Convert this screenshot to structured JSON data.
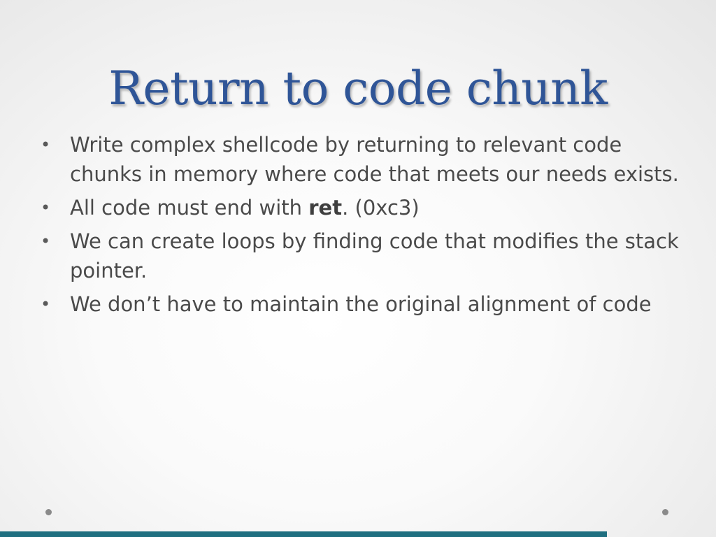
{
  "slide": {
    "title": "Return to code chunk",
    "bullets": [
      {
        "text": "Write complex shellcode by returning to  relevant code chunks in memory where code that meets our needs exists."
      },
      {
        "before": "All code must end with ",
        "bold": "ret",
        "after": ". (0xc3)"
      },
      {
        "text": "We can create loops by finding code that modifies the stack pointer."
      },
      {
        "text": "We don’t have to maintain the original alignment of code"
      }
    ]
  },
  "colors": {
    "title": "#2f5597",
    "body_text": "#4a4a4a",
    "accent_bar": "#1f6f80",
    "corner_dots": "#8a8a8a"
  }
}
